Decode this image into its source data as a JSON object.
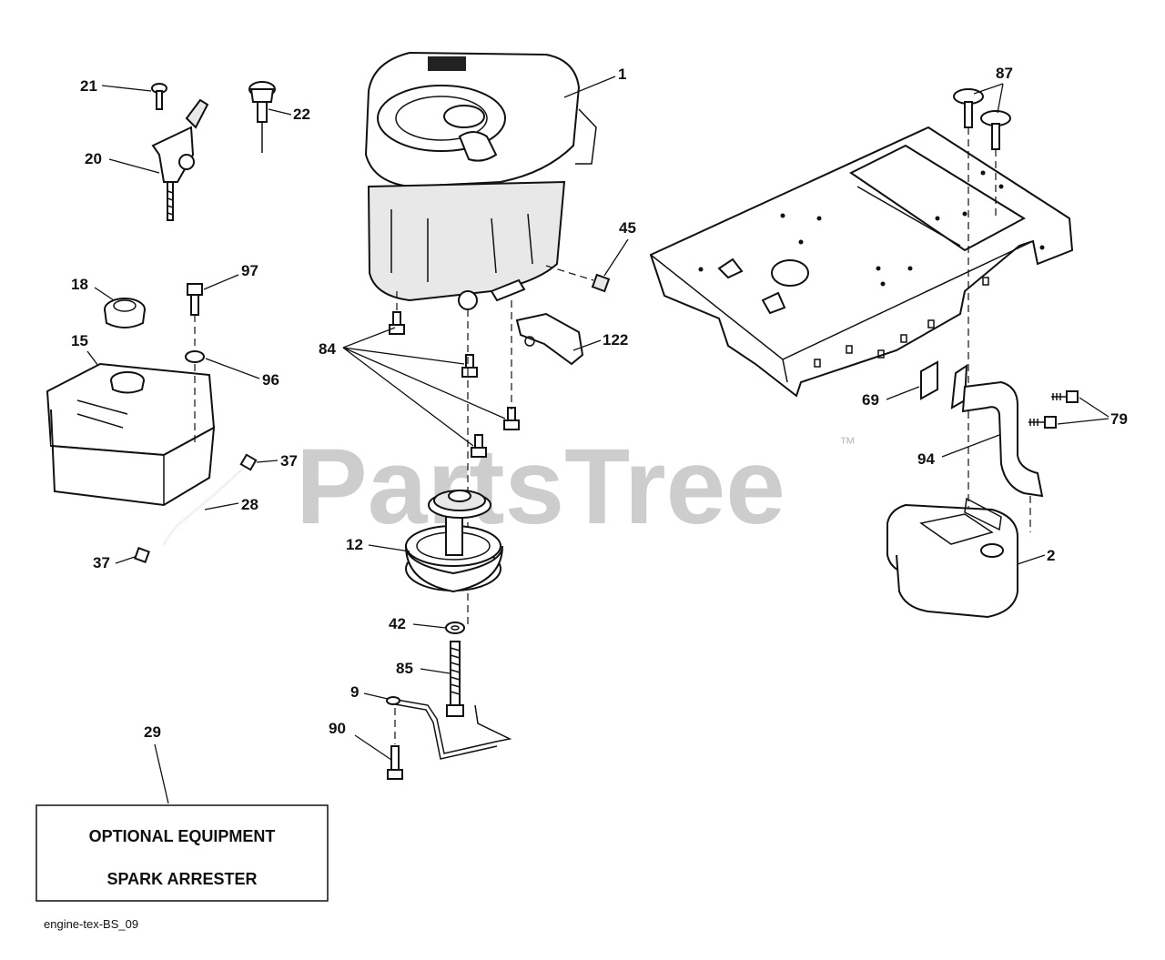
{
  "watermark": {
    "text": "PartsTree",
    "tm": "™"
  },
  "callouts": {
    "c1": "1",
    "c2": "2",
    "c9": "9",
    "c12": "12",
    "c15": "15",
    "c18": "18",
    "c20": "20",
    "c21": "21",
    "c22": "22",
    "c28": "28",
    "c29": "29",
    "c37a": "37",
    "c37b": "37",
    "c42": "42",
    "c45": "45",
    "c69": "69",
    "c79": "79",
    "c84": "84",
    "c85": "85",
    "c87": "87",
    "c90": "90",
    "c94": "94",
    "c96": "96",
    "c97": "97",
    "c122": "122"
  },
  "optional_box": {
    "line1": "OPTIONAL EQUIPMENT",
    "line2": "SPARK ARRESTER"
  },
  "diagram_code": "engine-tex-BS_09"
}
